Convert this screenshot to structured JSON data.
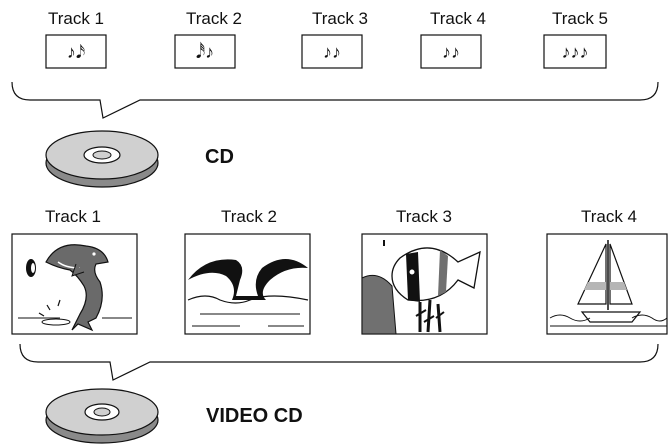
{
  "cd": {
    "label": "CD",
    "tracks": [
      {
        "label": "Track 1",
        "notes": "♪𝅘𝅥𝅯"
      },
      {
        "label": "Track 2",
        "notes": "𝅘𝅥𝅰♪"
      },
      {
        "label": "Track 3",
        "notes": "♪♪"
      },
      {
        "label": "Track 4",
        "notes": "♪♪"
      },
      {
        "label": "Track 5",
        "notes": "♪♪♪"
      }
    ]
  },
  "video_cd": {
    "label": "VIDEO CD",
    "tracks": [
      {
        "label": "Track 1",
        "picture": "dolphin"
      },
      {
        "label": "Track 2",
        "picture": "whale-tail"
      },
      {
        "label": "Track 3",
        "picture": "tropical-fish"
      },
      {
        "label": "Track 4",
        "picture": "sailboat"
      }
    ]
  },
  "colors": {
    "disc_fill": "#cfcfcf",
    "fish_dark": "#707070",
    "line": "#111111"
  }
}
